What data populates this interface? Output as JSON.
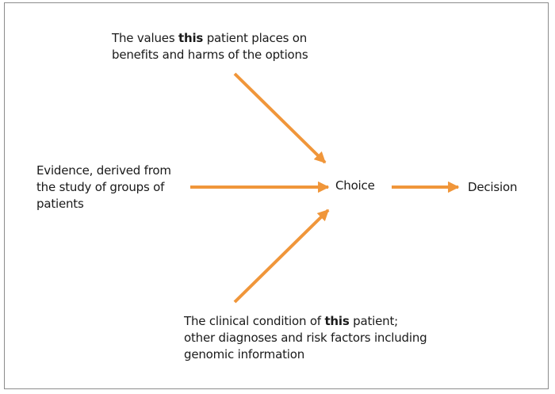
{
  "diagram": {
    "values_node": {
      "prefix": "The values ",
      "emphasis": "this",
      "suffix_line1": " patient places on",
      "line2": "benefits and harms of the options"
    },
    "evidence_node": {
      "line1": "Evidence, derived from",
      "line2": "the study of groups of",
      "line3": "patients"
    },
    "clinical_node": {
      "prefix": "The clinical condition of ",
      "emphasis": "this",
      "suffix_line1": " patient;",
      "line2": "other diagnoses and risk factors including",
      "line3": "genomic information"
    },
    "choice_node": "Choice",
    "decision_node": "Decision",
    "arrow_color": "#f0963a",
    "border_color": "#8c8c8c"
  }
}
